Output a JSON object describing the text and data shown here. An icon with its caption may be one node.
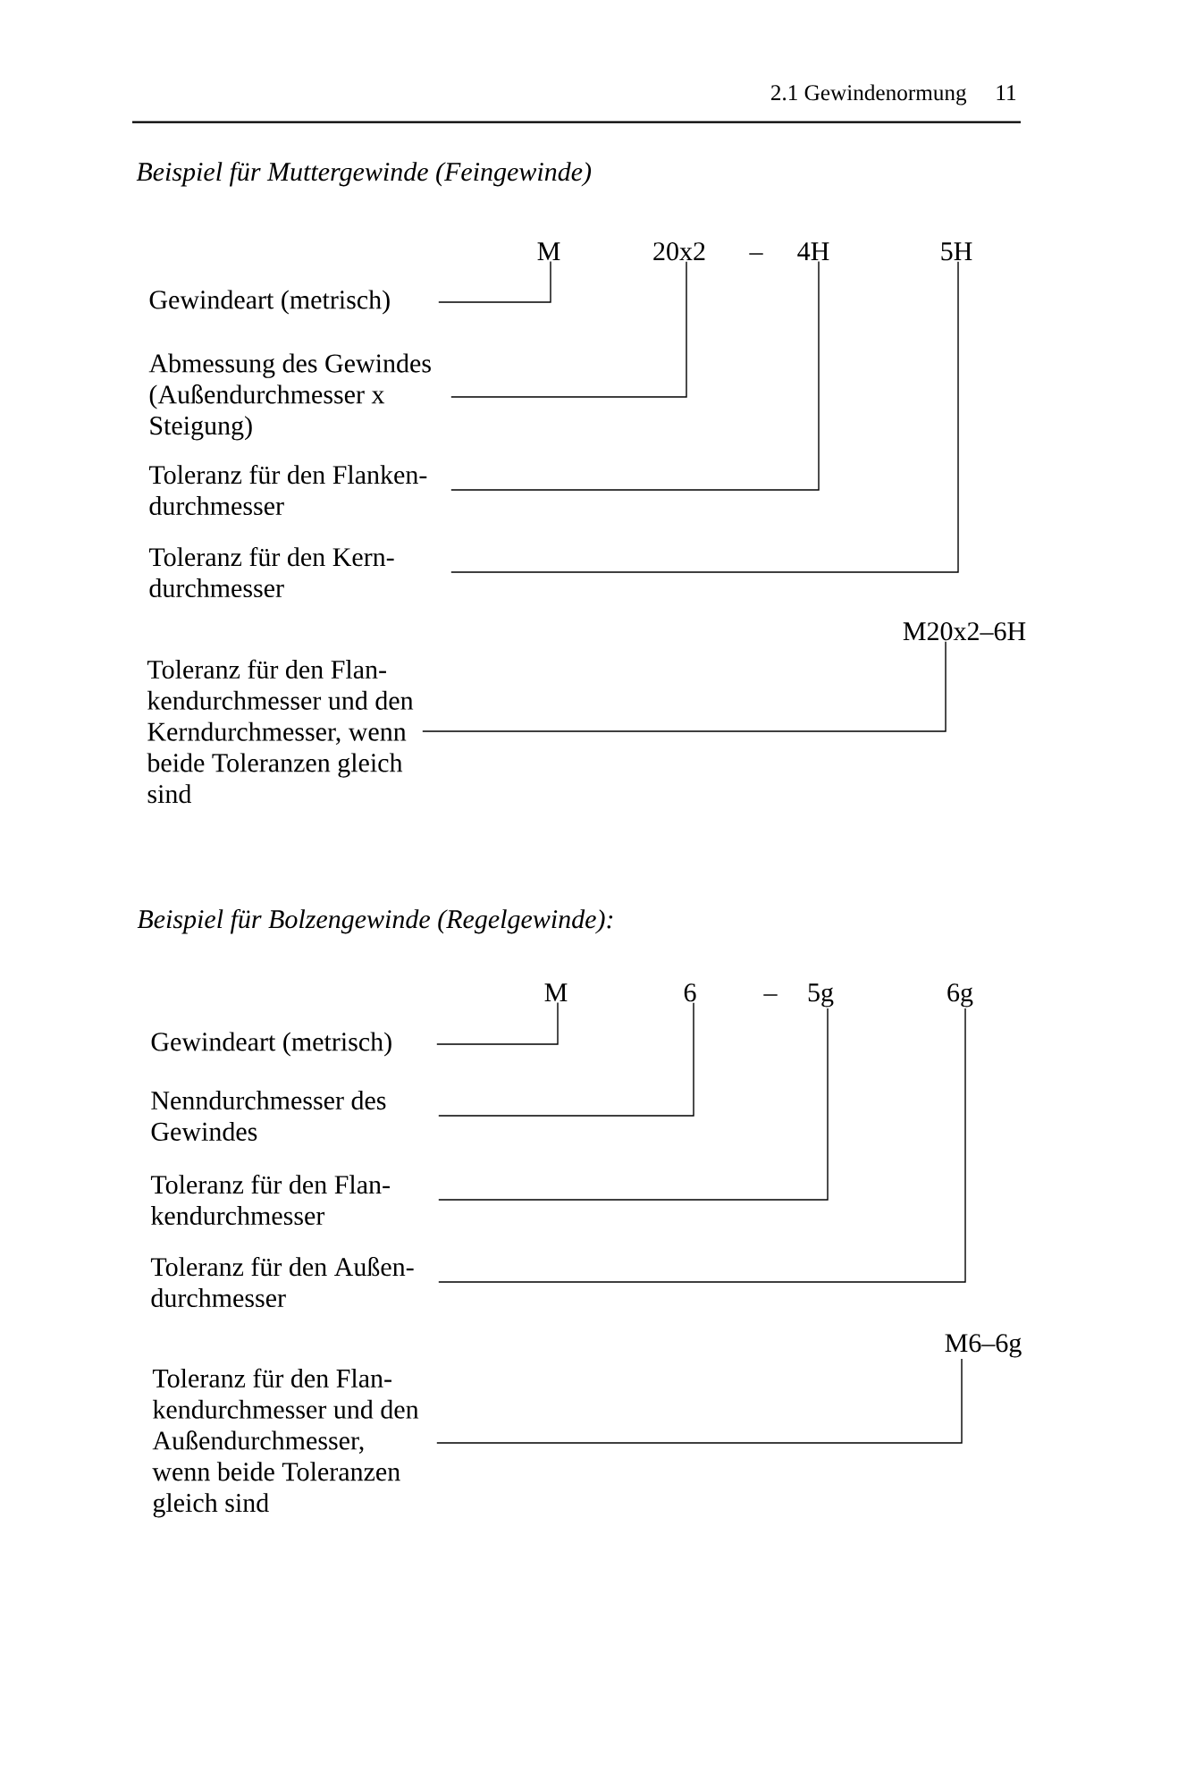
{
  "diagram": {
    "nodes": [
      {
        "text": [
          "M"
        ]
      },
      {
        "text": [
          "20x2"
        ]
      },
      {
        "text": [
          "4H"
        ]
      },
      {
        "text": [
          "5H"
        ]
      },
      {
        "text": [
          "Gewindeart (metrisch)"
        ]
      },
      {
        "text": [
          "Abmessung des Gewindes (Außendurchmesser x Steigung)"
        ]
      },
      {
        "text": [
          "Toleranz für den Flanken- durchmesser"
        ]
      },
      {
        "text": [
          "Toleranz für den Kern- durchmesser"
        ]
      },
      {
        "text": [
          "M20x2–6H"
        ]
      },
      {
        "text": [
          "Toleranz für den Flan- kendurchmesser und den Kerndurchmesser, wenn beide Toleranzen gleich sind"
        ]
      },
      {
        "text": [
          "M"
        ]
      },
      {
        "text": [
          "6"
        ]
      },
      {
        "text": [
          "5g"
        ]
      },
      {
        "text": [
          "6g"
        ]
      },
      {
        "text": [
          "Gewindeart (metrisch)"
        ]
      },
      {
        "text": [
          "Nenndurchmesser des Gewindes"
        ]
      },
      {
        "text": [
          "Toleranz für den Flan- kendurchmesser"
        ]
      },
      {
        "text": [
          "Toleranz für den Außen- durchmesser"
        ]
      },
      {
        "text": [
          "M6–6g"
        ]
      },
      {
        "text": [
          "Toleranz für den Flan- kendurchmesser und den Außendurchmesser, wenn beide Toleranzen gleich sind"
        ]
      }
    ],
    "edges": [
      {
        "from": 4,
        "to": 0,
        "arrow": "none"
      },
      {
        "from": 5,
        "to": 1,
        "arrow": "none"
      },
      {
        "from": 6,
        "to": 2,
        "arrow": "none"
      },
      {
        "from": 7,
        "to": 3,
        "arrow": "none"
      },
      {
        "from": 9,
        "to": 8,
        "arrow": "none"
      },
      {
        "from": 14,
        "to": 10,
        "arrow": "none"
      },
      {
        "from": 15,
        "to": 11,
        "arrow": "none"
      },
      {
        "from": 16,
        "to": 12,
        "arrow": "none"
      },
      {
        "from": 17,
        "to": 13,
        "arrow": "none"
      },
      {
        "from": 19,
        "to": 18,
        "arrow": "none"
      }
    ],
    "labels": [
      "2.1 Gewindenormung",
      "11",
      "Beispiel für Muttergewinde (Feingewinde)",
      "–",
      "Beispiel für Bolzengewinde (Regelgewinde):",
      "–"
    ]
  }
}
